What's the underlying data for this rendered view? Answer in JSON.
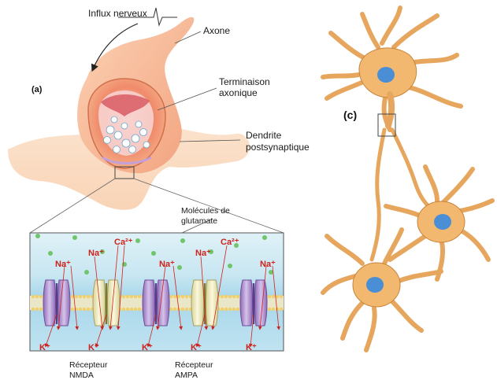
{
  "labels": {
    "influx": "Influx nerveux",
    "axone": "Axone",
    "terminaison_l1": "Terminaison",
    "terminaison_l2": "axonique",
    "dendrite_l1": "Dendrite",
    "dendrite_l2": "postsynaptique",
    "molecules_l1": "Molécules de",
    "molecules_l2": "glutamate",
    "nmda_l1": "Récepteur",
    "nmda_l2": "NMDA",
    "ampa_l1": "Récepteur",
    "ampa_l2": "AMPA"
  },
  "panels": {
    "a": "(a)",
    "c": "(c)"
  },
  "ions": {
    "na": "Na⁺",
    "ca": "Ca²⁺",
    "k": "K⁺"
  },
  "colors": {
    "neuron_fill": "#f2b870",
    "neuron_edge": "#c8843a",
    "nucleus": "#4a8fd6",
    "terminal_outer": "#f28a6a",
    "membrane_blue": "#9fd3ea",
    "ion_red": "#d0201a",
    "nmda_purple": "#b99ad4",
    "ampa_cream": "#f4efc0",
    "glutamate": "#6fc66a"
  }
}
